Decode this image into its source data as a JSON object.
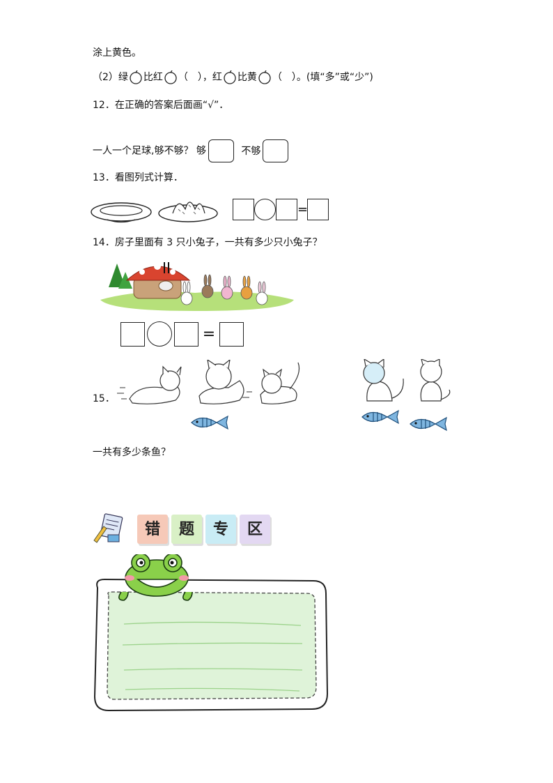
{
  "q11": {
    "line1": "涂上黄色。",
    "p1": "（2）绿",
    "p2": "比红",
    "p3": "（　），红",
    "p4": "比黄",
    "p5": "（　）。(填“多”或“少”)"
  },
  "q12": {
    "title": "12．在正确的答案后面画“√”．",
    "question": "一人一个足球,够不够？",
    "yes": "够",
    "no": "不够"
  },
  "q13": {
    "title": "13．看图列式计算．",
    "equals": "="
  },
  "q14": {
    "title": "14．房子里面有 3 只小兔子，一共有多少只小兔子？",
    "equals": "="
  },
  "q15": {
    "number": "15．",
    "question": "一共有多少条鱼？"
  },
  "banner": {
    "chars": [
      "错",
      "题",
      "专",
      "区"
    ],
    "colors": [
      "#f6c9b8",
      "#d9f0c6",
      "#c9ecf5",
      "#e3d8f2"
    ]
  },
  "note_box": {
    "lines": 4,
    "fill_color": "#dff3d9"
  }
}
